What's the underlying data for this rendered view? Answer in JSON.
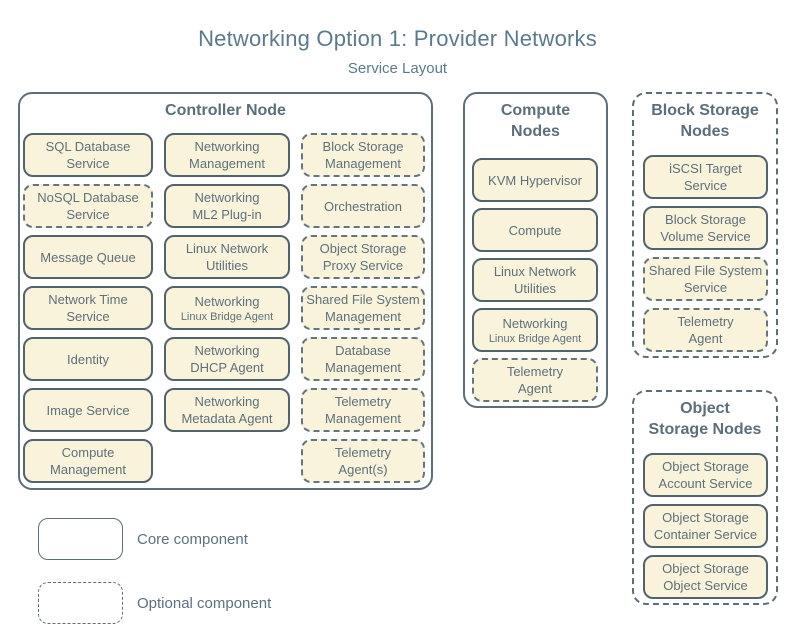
{
  "title": "Networking Option 1: Provider Networks",
  "subtitle": "Service Layout",
  "colors": {
    "background": "#ffffff",
    "box_fill": "#faf3dc",
    "solid_border": "#52636c",
    "dashed_border": "#63767f",
    "group_border": "#5d6e78",
    "text": "#5f7079",
    "title_text": "#5a7b8d"
  },
  "groups": {
    "controller": {
      "label": "Controller Node",
      "items": [
        {
          "lines": [
            "SQL Database",
            "Service"
          ],
          "variant": "core"
        },
        {
          "lines": [
            "Networking",
            "Management"
          ],
          "variant": "core"
        },
        {
          "lines": [
            "Block Storage",
            "Management"
          ],
          "variant": "optional"
        },
        {
          "lines": [
            "NoSQL Database",
            "Service"
          ],
          "variant": "optional"
        },
        {
          "lines": [
            "Networking",
            "ML2 Plug-in"
          ],
          "variant": "core"
        },
        {
          "lines": [
            "Orchestration"
          ],
          "variant": "optional"
        },
        {
          "lines": [
            "Message Queue"
          ],
          "variant": "core"
        },
        {
          "lines": [
            "Linux Network",
            "Utilities"
          ],
          "variant": "core"
        },
        {
          "lines": [
            "Object Storage",
            "Proxy Service"
          ],
          "variant": "optional"
        },
        {
          "lines": [
            "Network Time",
            "Service"
          ],
          "variant": "core"
        },
        {
          "lines": [
            "Networking",
            "Linux Bridge Agent"
          ],
          "variant": "core",
          "line2_small": true
        },
        {
          "lines": [
            "Shared File System",
            "Management"
          ],
          "variant": "optional"
        },
        {
          "lines": [
            "Identity"
          ],
          "variant": "core"
        },
        {
          "lines": [
            "Networking",
            "DHCP Agent"
          ],
          "variant": "core"
        },
        {
          "lines": [
            "Database",
            "Management"
          ],
          "variant": "optional"
        },
        {
          "lines": [
            "Image Service"
          ],
          "variant": "core"
        },
        {
          "lines": [
            "Networking",
            "Metadata Agent"
          ],
          "variant": "core"
        },
        {
          "lines": [
            "Telemetry",
            "Management"
          ],
          "variant": "optional"
        },
        {
          "lines": [
            "Compute",
            "Management"
          ],
          "variant": "core"
        },
        {
          "lines": [
            "Telemetry",
            "Agent(s)"
          ],
          "variant": "optional"
        }
      ]
    },
    "compute": {
      "label": "Compute Nodes",
      "label_lines": [
        "Compute",
        "Nodes"
      ],
      "items": [
        {
          "lines": [
            "KVM Hypervisor"
          ],
          "variant": "core"
        },
        {
          "lines": [
            "Compute"
          ],
          "variant": "core"
        },
        {
          "lines": [
            "Linux Network",
            "Utilities"
          ],
          "variant": "core"
        },
        {
          "lines": [
            "Networking",
            "Linux Bridge Agent"
          ],
          "variant": "core",
          "line2_small": true
        },
        {
          "lines": [
            "Telemetry",
            "Agent"
          ],
          "variant": "optional"
        }
      ]
    },
    "block_storage": {
      "label": "Block Storage Nodes",
      "label_lines": [
        "Block Storage",
        "Nodes"
      ],
      "items": [
        {
          "lines": [
            "iSCSI Target",
            "Service"
          ],
          "variant": "core"
        },
        {
          "lines": [
            "Block Storage",
            "Volume Service"
          ],
          "variant": "core"
        },
        {
          "lines": [
            "Shared File System",
            "Service"
          ],
          "variant": "optional"
        },
        {
          "lines": [
            "Telemetry",
            "Agent"
          ],
          "variant": "optional"
        }
      ]
    },
    "object_storage": {
      "label": "Object Storage Nodes",
      "label_lines": [
        "Object",
        "Storage Nodes"
      ],
      "items": [
        {
          "lines": [
            "Object Storage",
            "Account Service"
          ],
          "variant": "core"
        },
        {
          "lines": [
            "Object Storage",
            "Container Service"
          ],
          "variant": "core"
        },
        {
          "lines": [
            "Object Storage",
            "Object Service"
          ],
          "variant": "core"
        }
      ]
    }
  },
  "legend": {
    "core_label": "Core component",
    "optional_label": "Optional component"
  }
}
